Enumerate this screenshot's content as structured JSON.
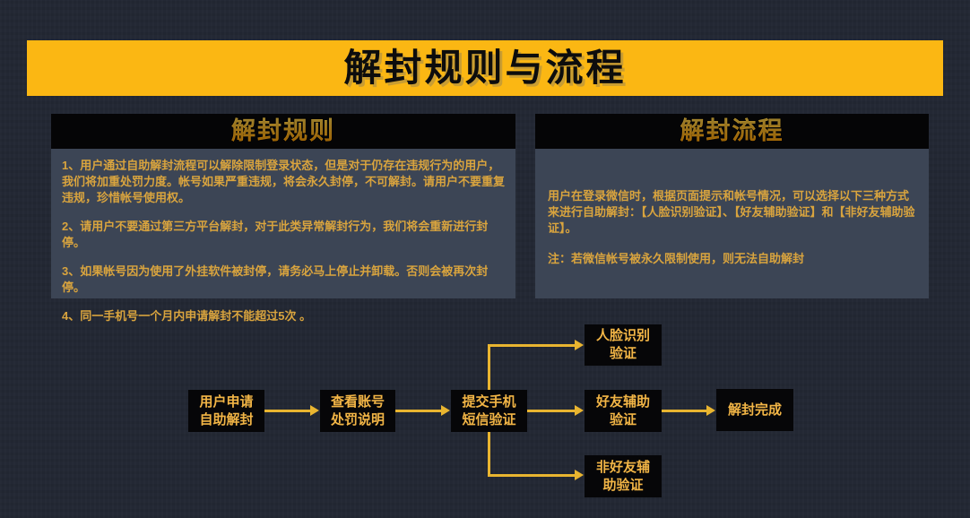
{
  "title": "解封规则与流程",
  "colors": {
    "background": "#232834",
    "banner_yellow": "#FBB713",
    "panel_header_bg": "#050506",
    "panel_header_text": "#FFB300",
    "panel_body_bg": "#3C4555",
    "body_text_gold": "#D9A43E",
    "flow_node_bg": "#060608",
    "flow_node_text": "#F2B546",
    "arrow": "#E9B530"
  },
  "rules_panel": {
    "title": "解封规则",
    "items": [
      "1、用户通过自助解封流程可以解除限制登录状态，但是对于仍存在违规行为的用户，我们将加重处罚力度。帐号如果严重违规，将会永久封停，不可解封。请用户不要重复违规，珍惜帐号使用权。",
      "2、请用户不要通过第三方平台解封，对于此类异常解封行为，我们将会重新进行封停。",
      "3、如果帐号因为使用了外挂软件被封停，请务必马上停止并卸载。否则会被再次封停。",
      "4、同一手机号一个月内申请解封不能超过5次 。"
    ]
  },
  "process_panel": {
    "title": "解封流程",
    "description": "用户在登录微信时，根据页面提示和帐号情况，可以选择以下三种方式来进行自助解封：【人脸识别验证】、【好友辅助验证】和【非好友辅助验证】。",
    "note": "注：若微信帐号被永久限制使用，则无法自助解封"
  },
  "flowchart": {
    "nodes": {
      "apply": {
        "line1": "用户申请",
        "line2": "自助解封"
      },
      "check": {
        "line1": "查看账号",
        "line2": "处罚说明"
      },
      "sms": {
        "line1": "提交手机",
        "line2": "短信验证"
      },
      "face": {
        "line1": "人脸识别",
        "line2": "验证"
      },
      "friend": {
        "line1": "好友辅助",
        "line2": "验证"
      },
      "nonfriend": {
        "line1": "非好友辅",
        "line2": "助验证"
      },
      "complete": {
        "line1": "解封完成",
        "line2": ""
      }
    },
    "edges": [
      "apply -> check",
      "check -> sms",
      "sms -> face",
      "sms -> friend",
      "sms -> nonfriend",
      "friend -> complete"
    ]
  }
}
